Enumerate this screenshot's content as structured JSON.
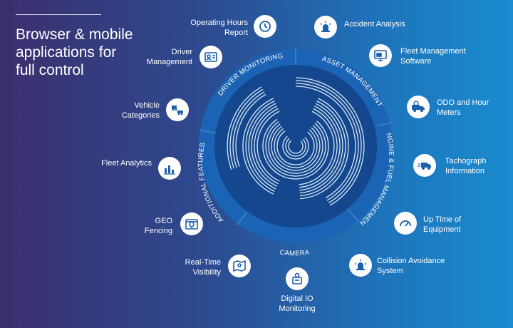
{
  "headline": {
    "lines": [
      "Browser & mobile",
      "applications for",
      "full control"
    ]
  },
  "ring": {
    "segments": [
      "DRIVER MONITORING",
      "ASSET MANAGEMENT",
      "ENGINE & FUEL MANAGEMENT",
      "CAMERA",
      "ADDITIONAL FEATURES"
    ]
  },
  "features": [
    {
      "lines": [
        "Operating Hours",
        "Report"
      ],
      "icon": "clock-history-icon"
    },
    {
      "lines": [
        "Accident Analysis"
      ],
      "icon": "siren-icon"
    },
    {
      "lines": [
        "Fleet Management",
        "Software"
      ],
      "icon": "monitor-truck-icon"
    },
    {
      "lines": [
        "ODO and Hour",
        "Meters"
      ],
      "icon": "truck-clock-icon"
    },
    {
      "lines": [
        "Tachograph",
        "Information"
      ],
      "icon": "speeding-truck-icon"
    },
    {
      "lines": [
        "Up Time of",
        "Equipment"
      ],
      "icon": "gauge-icon"
    },
    {
      "lines": [
        "Collision Avoidance",
        "System"
      ],
      "icon": "alarm-icon"
    },
    {
      "lines": [
        "Digital IO",
        "Monitoring"
      ],
      "icon": "io-device-icon"
    },
    {
      "lines": [
        "Real-Time",
        "Visibility"
      ],
      "icon": "map-pin-icon"
    },
    {
      "lines": [
        "GEO",
        "Fencing"
      ],
      "icon": "geofence-icon"
    },
    {
      "lines": [
        "Fleet Analytics"
      ],
      "icon": "analytics-icon"
    },
    {
      "lines": [
        "Vehicle",
        "Categories"
      ],
      "icon": "vehicles-icon"
    },
    {
      "lines": [
        "Driver",
        "Management"
      ],
      "icon": "id-card-icon"
    }
  ]
}
